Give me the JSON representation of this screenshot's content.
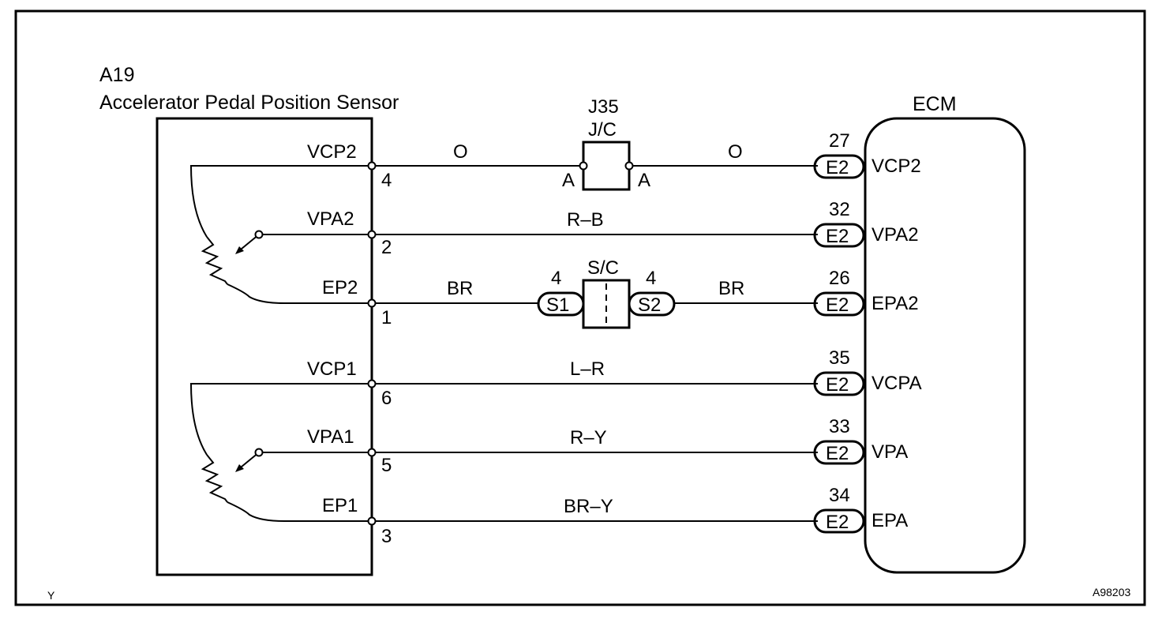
{
  "figure_id": "A98203",
  "corner_mark": "Y",
  "sensor": {
    "code": "A19",
    "name": "Accelerator Pedal Position Sensor",
    "terminals": [
      {
        "label": "VCP2",
        "pin": "4"
      },
      {
        "label": "VPA2",
        "pin": "2"
      },
      {
        "label": "EP2",
        "pin": "1"
      },
      {
        "label": "VCP1",
        "pin": "6"
      },
      {
        "label": "VPA1",
        "pin": "5"
      },
      {
        "label": "EP1",
        "pin": "3"
      }
    ]
  },
  "junction": {
    "code": "J35",
    "name": "J/C",
    "left_terminal": "A",
    "right_terminal": "A"
  },
  "shorting": {
    "name": "S/C",
    "left_connector": "S1",
    "left_pin": "4",
    "right_connector": "S2",
    "right_pin": "4"
  },
  "wires": [
    {
      "color_left": "O",
      "color_right": "O"
    },
    {
      "color": "R–B"
    },
    {
      "color_left": "BR",
      "color_right": "BR"
    },
    {
      "color": "L–R"
    },
    {
      "color": "R–Y"
    },
    {
      "color": "BR–Y"
    }
  ],
  "ecm": {
    "name": "ECM",
    "connector": "E2",
    "terminals": [
      {
        "pin": "27",
        "label": "VCP2"
      },
      {
        "pin": "32",
        "label": "VPA2"
      },
      {
        "pin": "26",
        "label": "EPA2"
      },
      {
        "pin": "35",
        "label": "VCPA"
      },
      {
        "pin": "33",
        "label": "VPA"
      },
      {
        "pin": "34",
        "label": "EPA"
      }
    ]
  }
}
